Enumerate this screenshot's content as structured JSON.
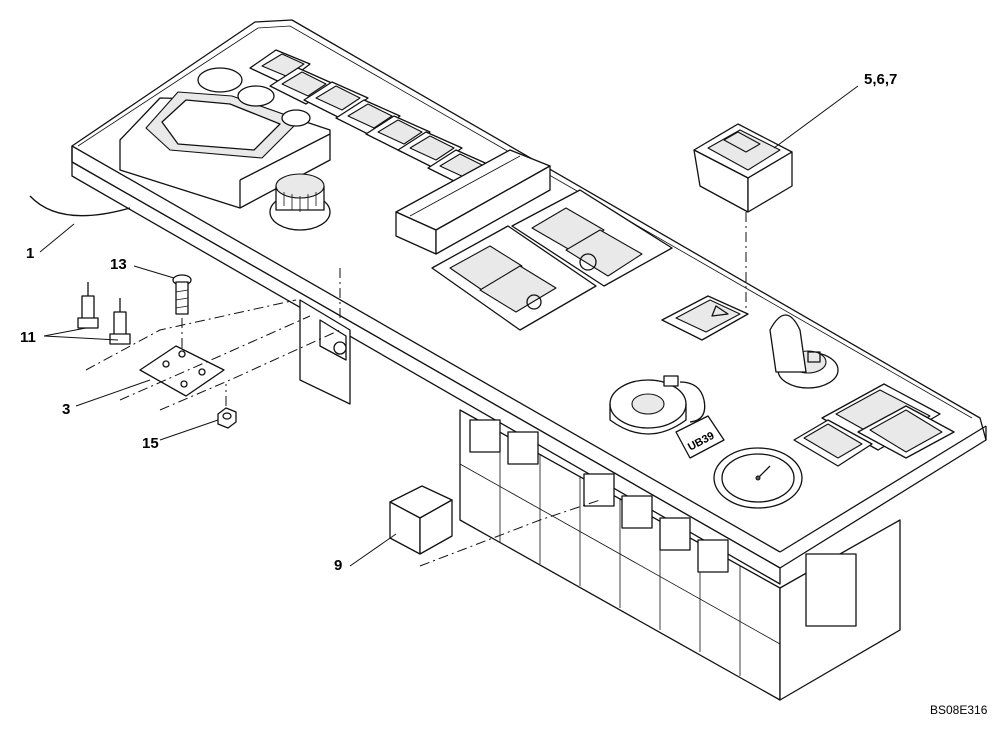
{
  "drawing": {
    "reference_code": "BS08E316"
  },
  "callouts": [
    {
      "id": "1",
      "label": "1"
    },
    {
      "id": "3",
      "label": "3"
    },
    {
      "id": "5",
      "label": "5,6,7"
    },
    {
      "id": "9",
      "label": "9"
    },
    {
      "id": "11",
      "label": "11"
    },
    {
      "id": "13",
      "label": "13"
    },
    {
      "id": "15",
      "label": "15"
    }
  ],
  "panel_markings": {
    "hour_meter_text": "UB39"
  },
  "icons": {
    "rocker_switch": "rocker-switch-icon",
    "fuse_relay": "relay-icon",
    "ignition": "ignition-switch-icon",
    "knob": "rotary-knob-icon"
  }
}
